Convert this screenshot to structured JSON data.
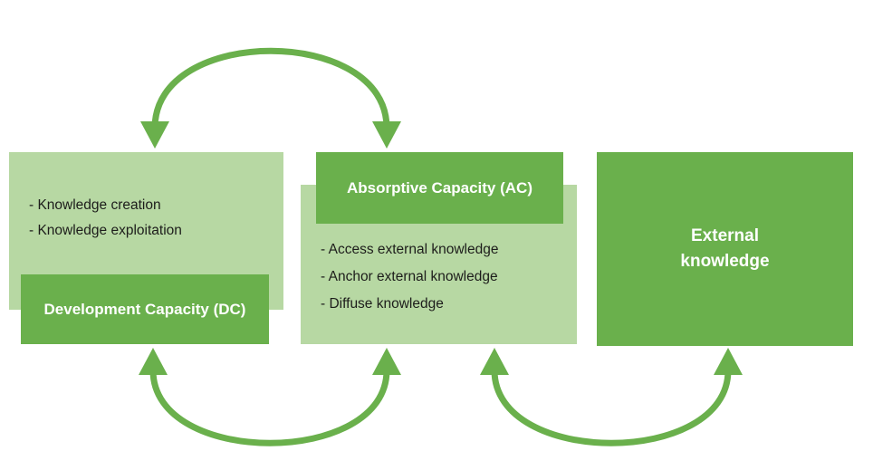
{
  "colors": {
    "green_dark": "#6ab04c",
    "green_light": "#b7d8a3",
    "arrow_green": "#6ab04c",
    "text_dark": "#1d1d1b",
    "text_white": "#ffffff",
    "background": "#ffffff"
  },
  "diagram": {
    "dc_panel": {
      "title": "Development Capacity (DC)",
      "items": [
        "- Knowledge creation",
        "- Knowledge exploitation"
      ]
    },
    "ac_panel": {
      "title": "Absorptive Capacity (AC)",
      "items": [
        "- Access external knowledge",
        "- Anchor external knowledge",
        "- Diffuse knowledge"
      ]
    },
    "external_panel": {
      "title": "External knowledge"
    }
  }
}
